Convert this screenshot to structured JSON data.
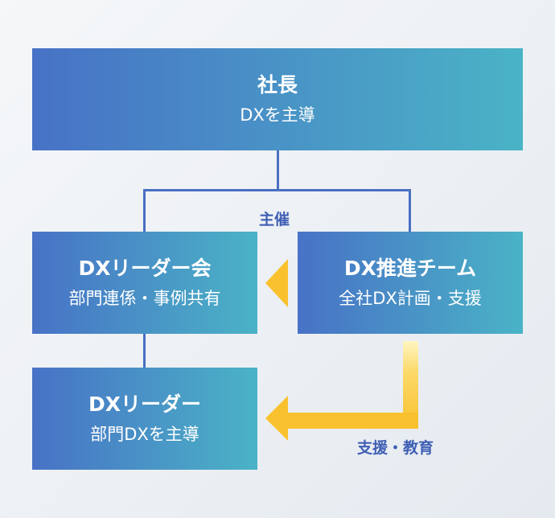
{
  "president": {
    "title": "社長",
    "subtitle": "DXを主導"
  },
  "dx_leader_council": {
    "title": "DXリーダー会",
    "subtitle": "部門連係・事例共有"
  },
  "dx_promotion_team": {
    "title": "DX推進チーム",
    "subtitle": "全社DX計画・支援"
  },
  "dx_leader": {
    "title": "DXリーダー",
    "subtitle": "部門DXを主導"
  },
  "labels": {
    "host": "主催",
    "support_education": "支援・教育"
  },
  "colors": {
    "box_gradient_start": "#4872c6",
    "box_gradient_end": "#4ab3c6",
    "connector": "#4a6fc2",
    "arrow": "#f9c12e",
    "label_text": "#3f5fb4"
  }
}
